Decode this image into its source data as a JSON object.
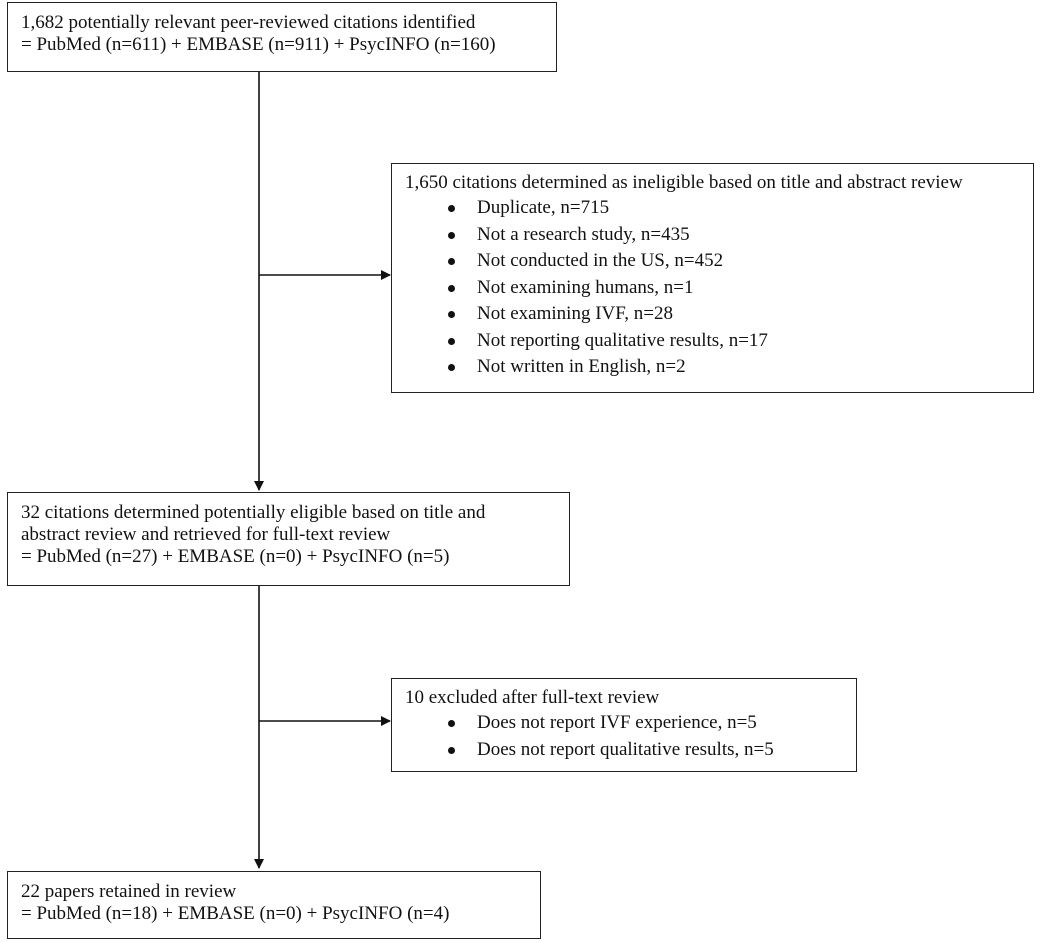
{
  "boxes": {
    "identified": {
      "lines": [
        "1,682 potentially relevant peer-reviewed citations identified",
        "= PubMed (n=611) + EMBASE (n=911) + PsycINFO (n=160)"
      ]
    },
    "ineligible": {
      "heading": "1,650 citations determined as ineligible based on title and abstract review",
      "items": [
        "Duplicate, n=715",
        "Not a research study, n=435",
        "Not conducted in the US, n=452",
        "Not examining humans, n=1",
        "Not examining IVF, n=28",
        "Not reporting qualitative results, n=17",
        "Not written in English, n=2"
      ]
    },
    "eligible": {
      "lines": [
        "32 citations determined potentially eligible based on title and",
        "abstract review and retrieved for full-text review",
        "= PubMed (n=27) + EMBASE (n=0) + PsycINFO (n=5)"
      ]
    },
    "excluded": {
      "heading": "10 excluded after full-text review",
      "items": [
        "Does not report IVF experience, n=5",
        "Does not report qualitative results, n=5"
      ]
    },
    "retained": {
      "lines": [
        "22 papers retained in review",
        "= PubMed (n=18) + EMBASE (n=0) + PsycINFO (n=4)"
      ]
    }
  }
}
